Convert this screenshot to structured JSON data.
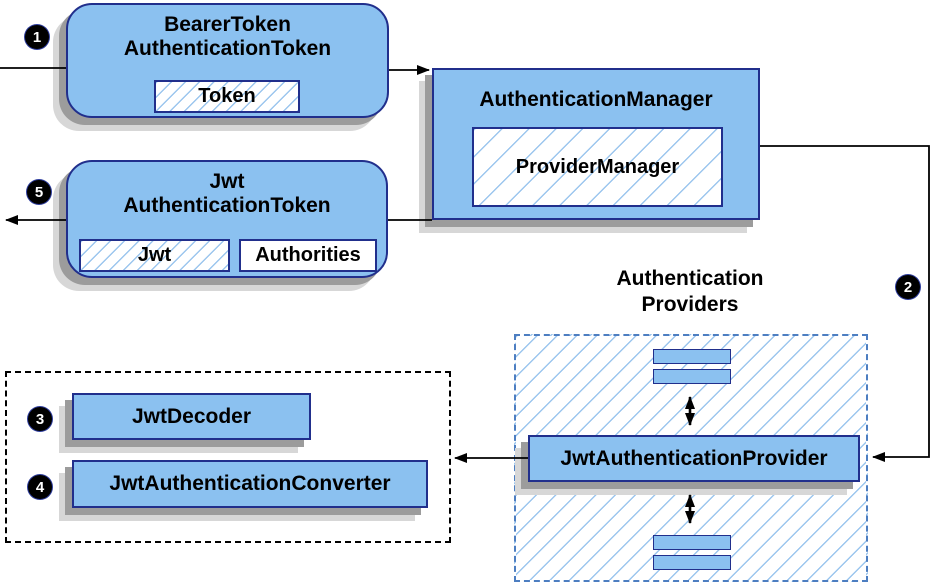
{
  "colors": {
    "box_fill": "#8bc1f0",
    "box_border": "#212f8c",
    "hatch": "#9cc6ee",
    "shadow_dark": "#9c9c9c",
    "shadow_light": "#d7d7d7",
    "providers_border": "#4d7ec1",
    "decoder_group_border": "#000000",
    "arrow": "#000000",
    "badge_bg": "#000000",
    "badge_text": "#ffffff",
    "text": "#000000"
  },
  "badges": {
    "step1": "1",
    "step2": "2",
    "step3": "3",
    "step4": "4",
    "step5": "5"
  },
  "nodes": {
    "bearer": {
      "line1": "BearerToken",
      "line2": "AuthenticationToken",
      "chip": "Token"
    },
    "manager": {
      "title": "AuthenticationManager",
      "chip": "ProviderManager"
    },
    "jwt": {
      "line1": "Jwt",
      "line2": "AuthenticationToken",
      "chip_jwt": "Jwt",
      "chip_authorities": "Authorities"
    },
    "providers_group": {
      "label_line1": "Authentication",
      "label_line2": "Providers"
    },
    "provider": {
      "title": "JwtAuthenticationProvider"
    },
    "decoder": {
      "title": "JwtDecoder"
    },
    "converter": {
      "title": "JwtAuthenticationConverter"
    }
  }
}
